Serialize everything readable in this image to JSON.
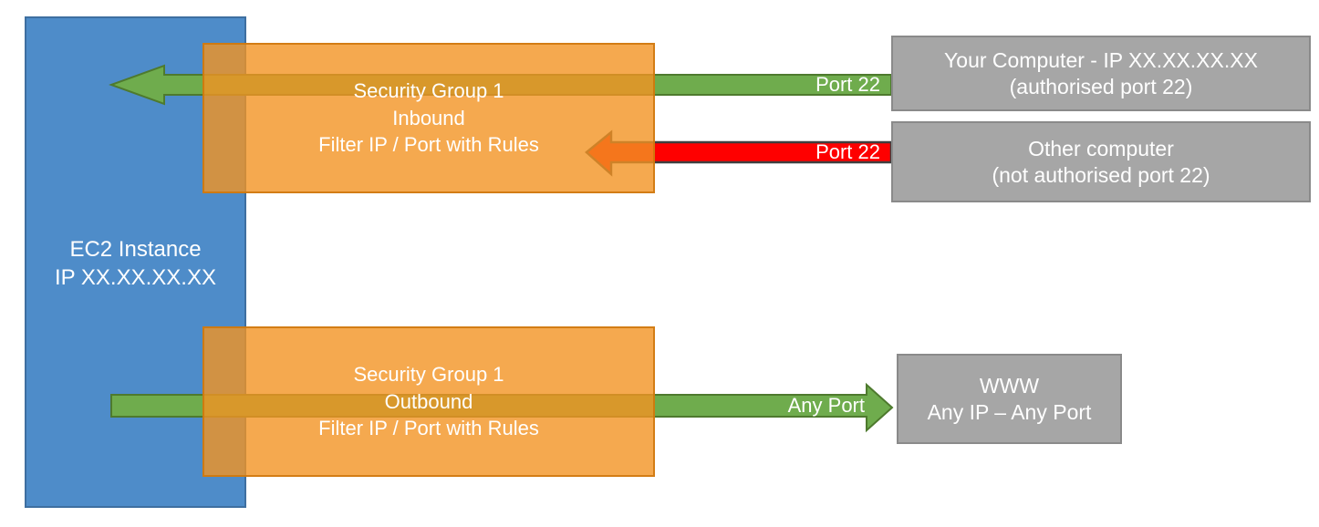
{
  "ec2": {
    "line1": "EC2 Instance",
    "line2": "IP XX.XX.XX.XX"
  },
  "security_group_inbound": {
    "line1": "Security Group 1",
    "line2": "Inbound",
    "line3": "Filter IP / Port with Rules"
  },
  "security_group_outbound": {
    "line1": "Security Group 1",
    "line2": "Outbound",
    "line3": "Filter IP / Port with Rules"
  },
  "your_computer": {
    "line1": "Your Computer - IP XX.XX.XX.XX",
    "line2": "(authorised port 22)"
  },
  "other_computer": {
    "line1": "Other computer",
    "line2": "(not authorised port 22)"
  },
  "www": {
    "line1": "WWW",
    "line2": "Any IP – Any Port"
  },
  "arrow_labels": {
    "inbound_allowed": "Port 22",
    "inbound_blocked": "Port 22",
    "outbound": "Any Port"
  },
  "colors": {
    "ec2_fill": "#4E8CC9",
    "ec2_border": "#3E6FA0",
    "security_group_fill": "#F29423",
    "security_group_border": "#CD760A",
    "allowed_arrow": "#6FAC4D",
    "allowed_arrow_border": "#4E7A2E",
    "blocked_arrow": "#FE0000",
    "blocked_arrow_border": "#3F3F3F",
    "external_fill": "#A6A6A6",
    "external_border": "#8A8A8A",
    "text": "#FFFFFF"
  }
}
